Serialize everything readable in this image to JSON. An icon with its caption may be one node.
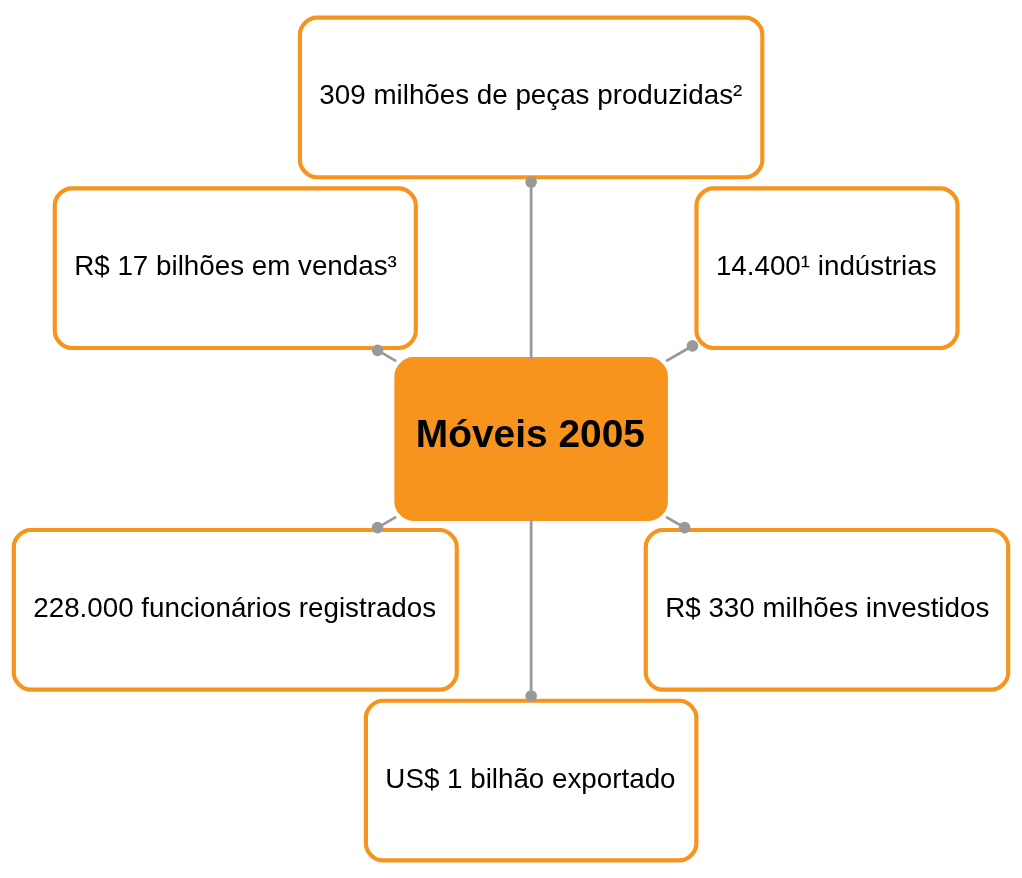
{
  "diagram": {
    "nodes": [
      {
        "text": [
          "Móveis 2005"
        ]
      },
      {
        "text": [
          "14.400¹ indústrias"
        ]
      },
      {
        "text": [
          "309 milhões de peças produzidas²"
        ]
      },
      {
        "text": [
          "R$ 17 bilhões em vendas³"
        ]
      },
      {
        "text": [
          "228.000 funcionários registrados"
        ]
      },
      {
        "text": [
          "US$ 1 bilhão exportado"
        ]
      },
      {
        "text": [
          "R$ 330 milhões investidos"
        ]
      }
    ],
    "edges": [
      {
        "from": 0,
        "to": 1,
        "arrow": "other"
      },
      {
        "from": 0,
        "to": 3,
        "arrow": "other"
      },
      {
        "from": 0,
        "to": 5,
        "arrow": "other"
      },
      {
        "from": 0,
        "to": 6,
        "arrow": "other"
      },
      {
        "from": 0,
        "to": 4,
        "arrow": "other"
      },
      {
        "from": 0,
        "to": 2,
        "arrow": "other"
      }
    ]
  }
}
